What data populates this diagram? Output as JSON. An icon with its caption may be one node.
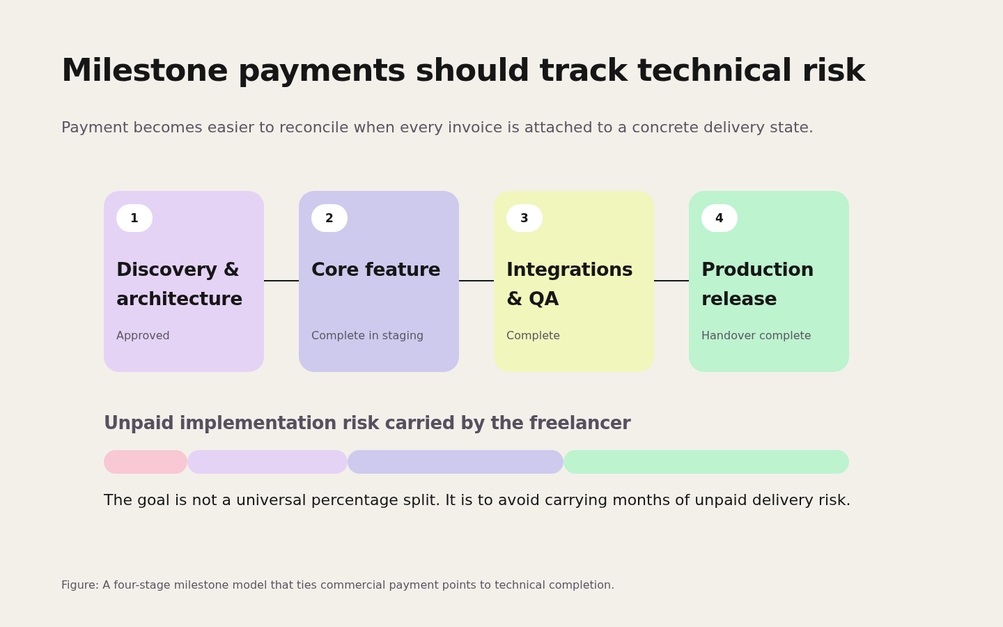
{
  "diagram": {
    "title": "Milestone payments should track technical risk",
    "caption": "Figure: A four-stage milestone model that ties commercial payment points to technical completion.",
    "nodes": [
      {
        "text": [
          "1",
          "Discovery & architecture",
          "Approved"
        ]
      },
      {
        "text": [
          "2",
          "Core feature",
          "Complete in staging"
        ]
      },
      {
        "text": [
          "3",
          "Integrations & QA",
          "Complete"
        ]
      },
      {
        "text": [
          "4",
          "Production release",
          "Handover complete"
        ]
      }
    ],
    "edges": [
      {
        "from": 0,
        "to": 1,
        "arrow": "none"
      },
      {
        "from": 1,
        "to": 2,
        "arrow": "none"
      },
      {
        "from": 2,
        "to": 3,
        "arrow": "none"
      }
    ],
    "labels": [
      "Payment becomes easier to reconcile when every invoice is attached to a concrete delivery state.",
      "Unpaid implementation risk carried by the freelancer",
      "The goal is not a universal percentage split. It is to avoid carrying months of unpaid delivery risk."
    ]
  }
}
